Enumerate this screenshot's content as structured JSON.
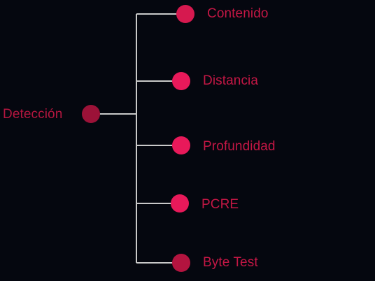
{
  "diagram": {
    "root": {
      "label": "Detección",
      "node_color": "#9c1238",
      "text_color": "#b3163f"
    },
    "children": [
      {
        "label": "Contenido",
        "node_color": "#d6194f",
        "text_color": "#c41745"
      },
      {
        "label": "Distancia",
        "node_color": "#e8195a",
        "text_color": "#c41745"
      },
      {
        "label": "Profundidad",
        "node_color": "#e8195a",
        "text_color": "#c41745"
      },
      {
        "label": "PCRE",
        "node_color": "#e8195a",
        "text_color": "#c41745"
      },
      {
        "label": "Byte Test",
        "node_color": "#b3143f",
        "text_color": "#c41745"
      }
    ],
    "connector_color": "#c9c9c9",
    "background": "#05070f"
  }
}
